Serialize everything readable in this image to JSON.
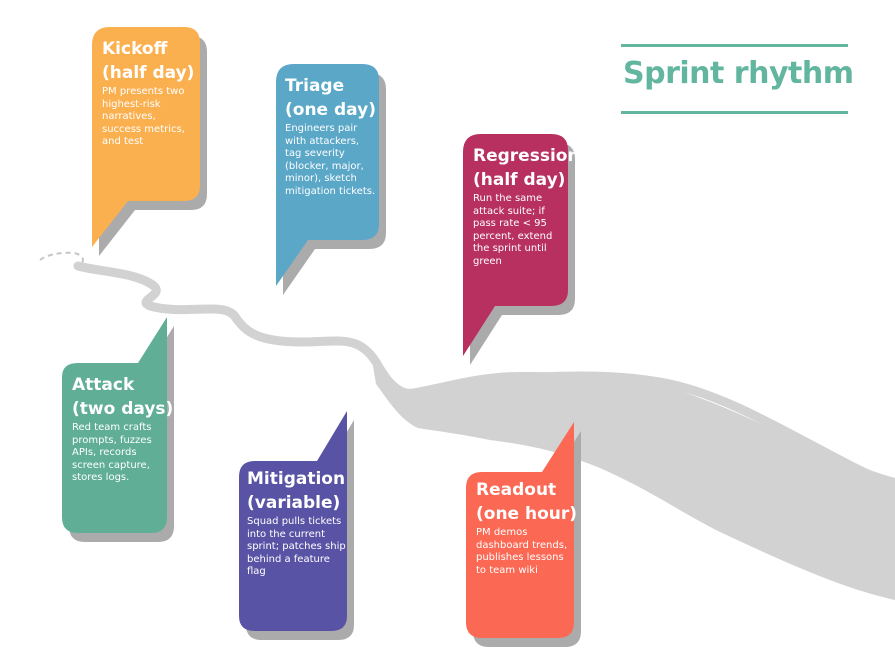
{
  "title": "Sprint rhythm",
  "colors": {
    "title": "#62b59e",
    "river": "#d2d2d2",
    "shadow": "#ababab",
    "kickoff": "#fbb050",
    "triage": "#5aa7c8",
    "regression": "#b7305f",
    "attack": "#5fae95",
    "mitigation": "#5953a5",
    "readout": "#fb6854"
  },
  "stages": {
    "kickoff": {
      "heading_line1": "Kickoff",
      "heading_line2": "(half day)",
      "body": "PM presents two highest-risk narratives, success metrics, and test"
    },
    "triage": {
      "heading_line1": "Triage",
      "heading_line2": "(one day)",
      "body": "Engineers pair with attackers, tag severity (blocker, major, minor), sketch mitigation tickets."
    },
    "regression": {
      "heading_line1": "Regression",
      "heading_line2": "(half day)",
      "body": "Run the same attack suite; if pass rate < 95 percent, extend the sprint until green"
    },
    "attack": {
      "heading_line1": "Attack",
      "heading_line2": "(two days)",
      "body": "Red team crafts prompts, fuzzes APIs, records screen capture, stores logs."
    },
    "mitigation": {
      "heading_line1": "Mitigation",
      "heading_line2": "(variable)",
      "body": "Squad pulls tickets into the current sprint; patches ship behind a feature flag"
    },
    "readout": {
      "heading_line1": "Readout",
      "heading_line2": "(one hour)",
      "body": "PM demos dashboard trends, publishes lessons to team wiki"
    }
  }
}
